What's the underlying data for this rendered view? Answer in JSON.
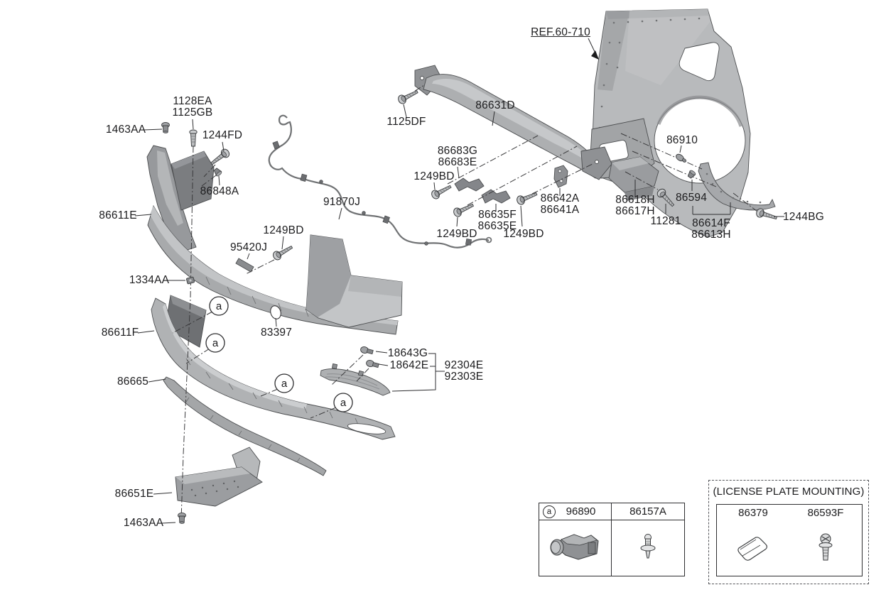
{
  "callout": {
    "letter": "a"
  },
  "colors": {
    "line": "#2e2e30",
    "part_light": "#c6c8ca",
    "part_mid": "#aaacae",
    "part_dark": "#7b7d80",
    "background": "#ffffff"
  },
  "icons": {
    "sensor": "parking-distance-sensor",
    "clip": "push-clip-fastener",
    "pad": "license-plate-pad",
    "screw": "license-plate-screw"
  },
  "labels": {
    "ref": "REF.60-710",
    "p1128": "1128EA\n1125GB",
    "p1463a": "1463AA",
    "p1244fd": "1244FD",
    "p86848a": "86848A",
    "p86611e": "86611E",
    "p91870j": "91870J",
    "p1249bd_mid": "1249BD",
    "p95420j": "95420J",
    "p1334aa": "1334AA",
    "p86611f": "86611F",
    "p83397": "83397",
    "p86665": "86665",
    "p86651e": "86651E",
    "p1463b": "1463AA",
    "p18643g": "18643G",
    "p18642e": "18642E",
    "p92304e": "92304E\n92303E",
    "p1125df": "1125DF",
    "p86631d": "86631D",
    "p86683g": "86683G\n86683E",
    "p1249bd_left": "1249BD",
    "p86635f": "86635F\n86635E",
    "p1249bd_bl": "1249BD",
    "p1249bd_br": "1249BD",
    "p86642a": "86642A\n86641A",
    "p86910": "86910",
    "p86618h": "86618H\n86617H",
    "p11281": "11281",
    "p86594": "86594",
    "p86614f": "86614F\n86613H",
    "p1244bg": "1244BG"
  },
  "tables": {
    "sensor_clip": {
      "marker": "a",
      "columns": [
        "96890",
        "86157A"
      ]
    },
    "license_plate": {
      "title": "(LICENSE PLATE MOUNTING)",
      "columns": [
        "86379",
        "86593F"
      ]
    }
  }
}
